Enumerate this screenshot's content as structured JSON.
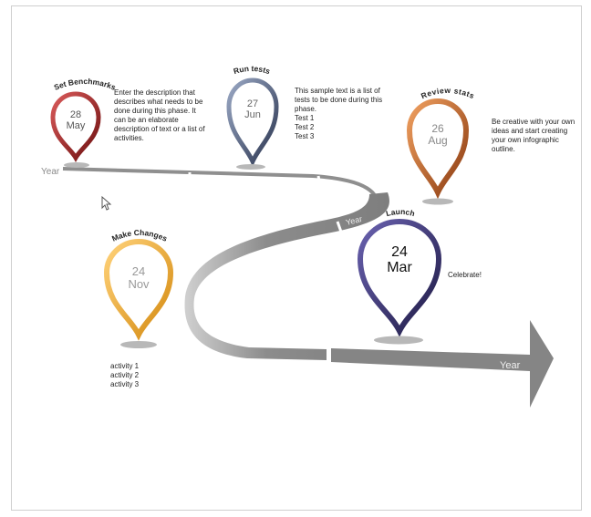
{
  "colors": {
    "road": "#8c8c8c",
    "road_light": "#c8c8c8",
    "red": "#8e1b1b",
    "slate": "#5a6b8a",
    "copper": "#b3541e",
    "gold": "#e8a21c",
    "navy": "#2f2a66"
  },
  "milestones": [
    {
      "title": "Set Benchmarks",
      "day": "28",
      "month": "May",
      "color": "red",
      "description": [
        "Enter the description that",
        "describes what needs to be",
        "done during this phase. It",
        "can be an elaborate",
        "description of text or a list of",
        "activities."
      ]
    },
    {
      "title": "Run tests",
      "day": "27",
      "month": "Jun",
      "color": "slate",
      "description": [
        "This sample text is a list of",
        "tests to be done during this",
        "phase.",
        "Test 1",
        "Test 2",
        "Test 3"
      ]
    },
    {
      "title": "Review stats",
      "day": "26",
      "month": "Aug",
      "color": "copper",
      "description": [
        "Be creative with your own",
        "ideas and start creating",
        "your own infographic",
        "outline."
      ]
    },
    {
      "title": "Make Changes",
      "day": "24",
      "month": "Nov",
      "color": "gold",
      "description": [
        "activity 1",
        "activity 2",
        "activity 3"
      ]
    },
    {
      "title": "Launch",
      "day": "24",
      "month": "Mar",
      "color": "navy",
      "description": [
        "Celebrate!"
      ]
    }
  ],
  "year_labels": [
    "Year",
    "Year",
    "Year"
  ],
  "cursor_icon": "mouse-pointer-icon"
}
